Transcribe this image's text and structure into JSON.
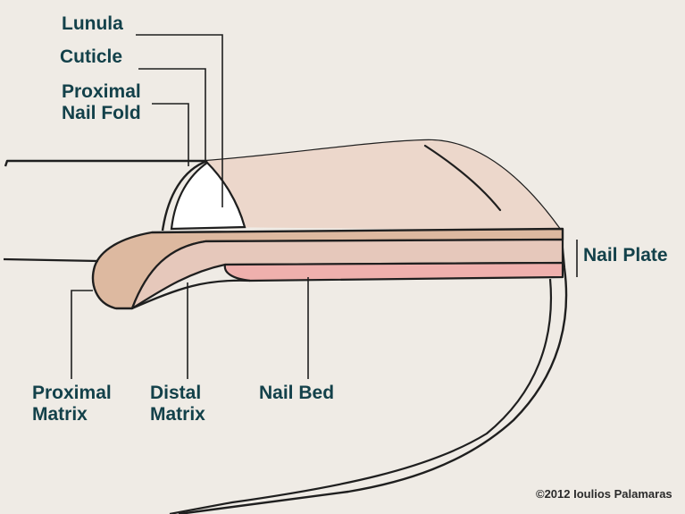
{
  "labels": {
    "lunula": "Lunula",
    "cuticle": "Cuticle",
    "proximal_nail_fold": [
      "Proximal",
      "Nail Fold"
    ],
    "nail_plate": "Nail Plate",
    "proximal_matrix": [
      "Proximal",
      "Matrix"
    ],
    "distal_matrix": [
      "Distal",
      "Matrix"
    ],
    "nail_bed": "Nail Bed"
  },
  "copyright": "©2012 Ioulios Palamaras",
  "colors": {
    "background": "#efebe5",
    "label_text": "#13414a",
    "outline": "#1f1f1f",
    "nail_plate_fill": "#ecd7cb",
    "matrix_fill": "#ddb9a0",
    "nail_bed_fill": "#efb0ad",
    "lunula_fill": "#ffffff"
  }
}
